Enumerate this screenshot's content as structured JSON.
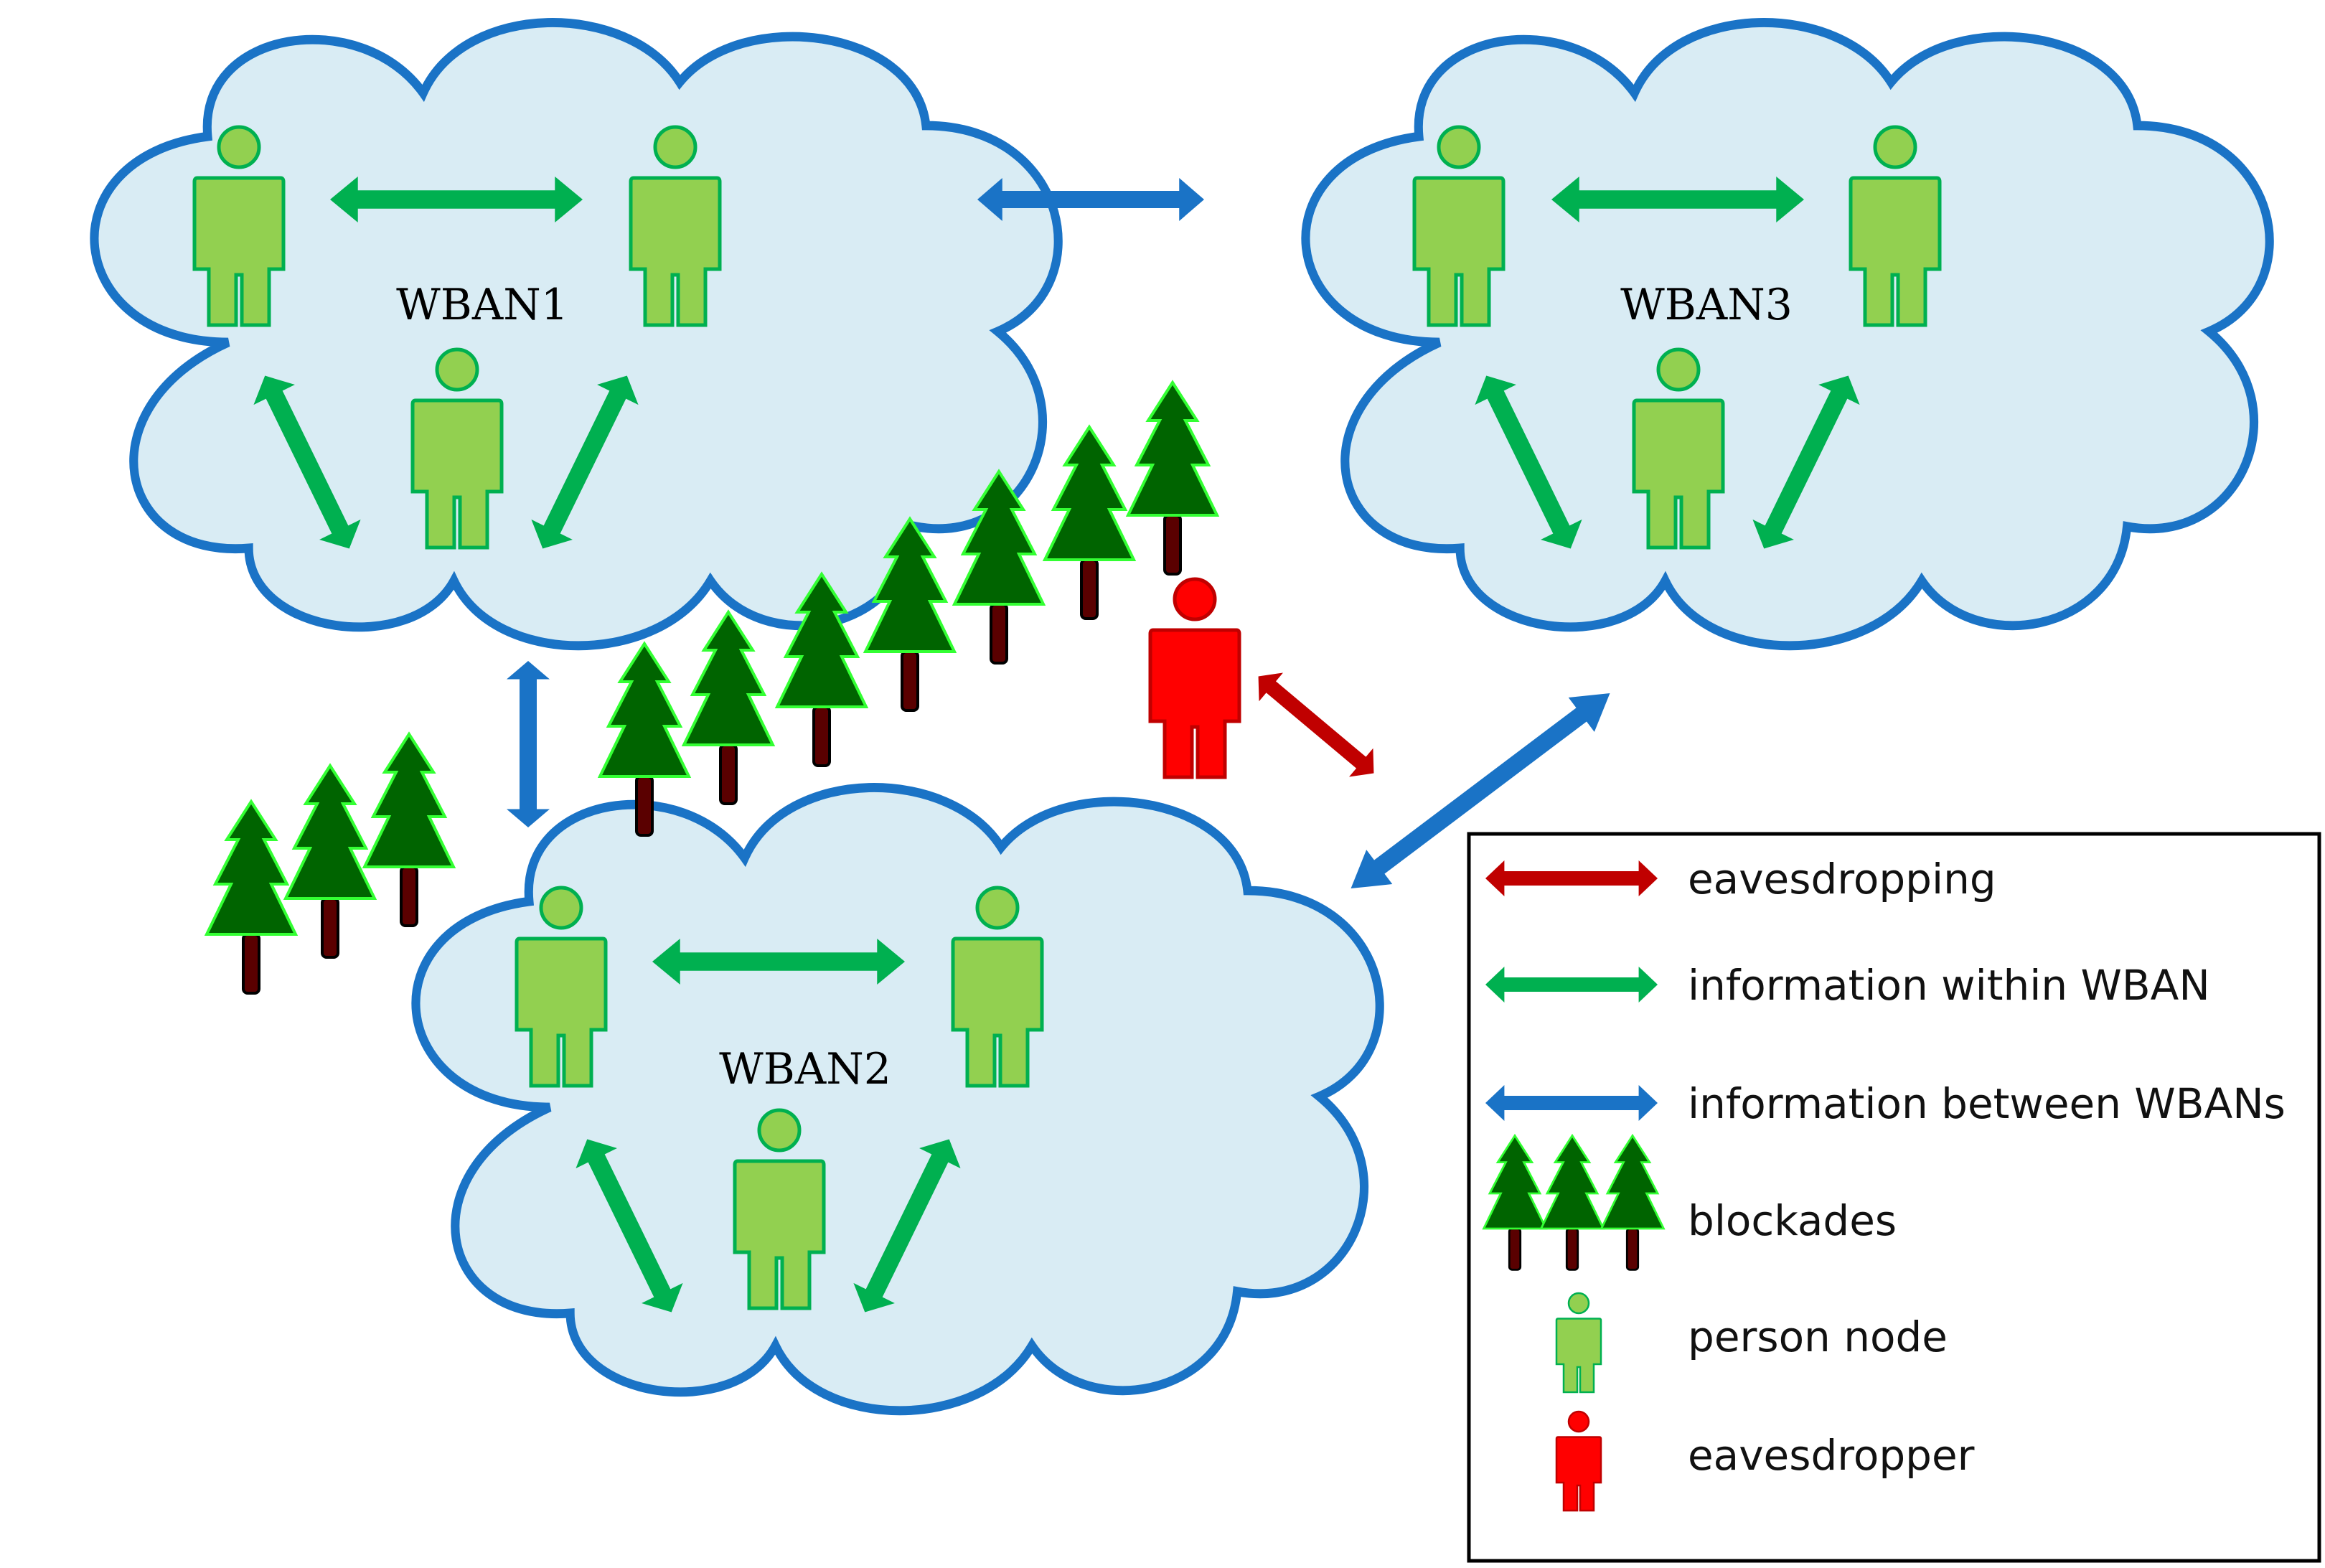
{
  "colors": {
    "cloud_fill": "#d9ecf4",
    "cloud_stroke": "#1a73c6",
    "person_fill": "#92d050",
    "person_stroke": "#00b050",
    "eavesdropper_fill": "#ff0000",
    "eavesdropper_stroke": "#c00000",
    "arrow_within": "#00b050",
    "arrow_between": "#1a73c6",
    "arrow_eavesdrop": "#c00000",
    "tree_fill": "#006400",
    "tree_stroke": "#33ff33",
    "trunk_fill": "#5a0000"
  },
  "networks": [
    {
      "id": "wban1",
      "label": "WBAN1"
    },
    {
      "id": "wban2",
      "label": "WBAN2"
    },
    {
      "id": "wban3",
      "label": "WBAN3"
    }
  ],
  "legend": {
    "items": [
      {
        "icon": "red-double-arrow-icon",
        "label": "eavesdropping"
      },
      {
        "icon": "green-double-arrow-icon",
        "label": "information within WBAN"
      },
      {
        "icon": "blue-double-arrow-icon",
        "label": "information between WBANs"
      },
      {
        "icon": "tree-icon",
        "label": "blockades"
      },
      {
        "icon": "green-person-icon",
        "label": "person node"
      },
      {
        "icon": "red-person-icon",
        "label": "eavesdropper"
      }
    ]
  }
}
